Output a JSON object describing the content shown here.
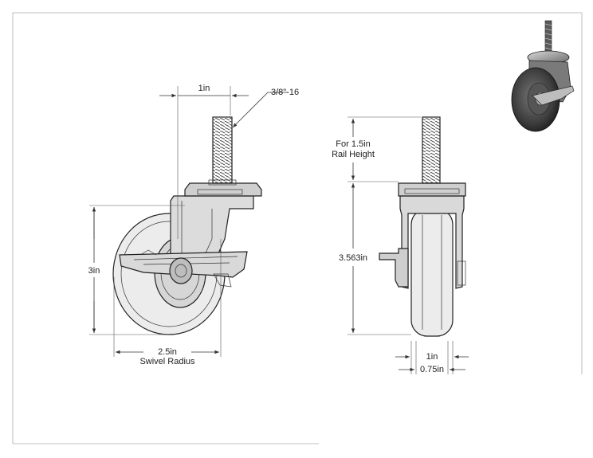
{
  "dimensions": {
    "stem_width": "1in",
    "thread_spec": "3/8\"-16",
    "overall_height": "3in",
    "swivel_radius_value": "2.5in",
    "swivel_radius_label": "Swivel Radius",
    "rail_height_line1": "For 1.5in",
    "rail_height_line2": "Rail Height",
    "side_height": "3.563in",
    "wheel_width": "1in",
    "tread_width": "0.75in"
  },
  "colors": {
    "line": "#222222",
    "metal": "#d9d9d9",
    "wheel": "#ededed",
    "hub": "#cfcfcf",
    "render_dark": "#3a3a3a",
    "render_mid": "#8c8c8c"
  },
  "icons": {
    "iso_view": "caster-iso-render-icon"
  }
}
